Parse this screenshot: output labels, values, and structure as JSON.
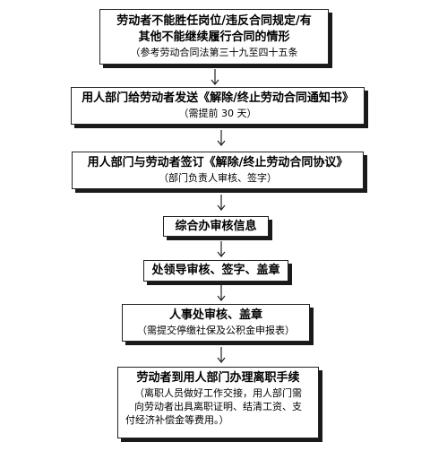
{
  "steps": [
    {
      "title_lines": [
        "劳动者不能胜任岗位/违反合同规定/有",
        "其他不能继续履行合同的情形"
      ],
      "note_lines": [
        "（参考劳动合同法第三十九至四十五条"
      ]
    },
    {
      "title_lines": [
        "用人部门给劳动者发送《解除/终止劳动合同通知书》"
      ],
      "note_lines": [
        "（需提前 30 天）"
      ]
    },
    {
      "title_lines": [
        "用人部门与劳动者签订《解除/终止劳动合同协议》"
      ],
      "note_lines": [
        "（部门负责人审核、签字）"
      ]
    },
    {
      "title_lines": [
        "综合办审核信息"
      ],
      "note_lines": []
    },
    {
      "title_lines": [
        "处领导审核、签字、盖章"
      ],
      "note_lines": []
    },
    {
      "title_lines": [
        "人事处审核、盖章"
      ],
      "note_lines": [
        "（需提交停缴社保及公积金申报表）"
      ]
    },
    {
      "title_lines": [
        "劳动者到用人部门办理离职手续"
      ],
      "note_lines": [
        "（离职人员做好工作交接，用人部门需",
        "向劳动者出具离职证明、结清工资、支",
        "付经济补偿金等费用。）"
      ]
    }
  ]
}
